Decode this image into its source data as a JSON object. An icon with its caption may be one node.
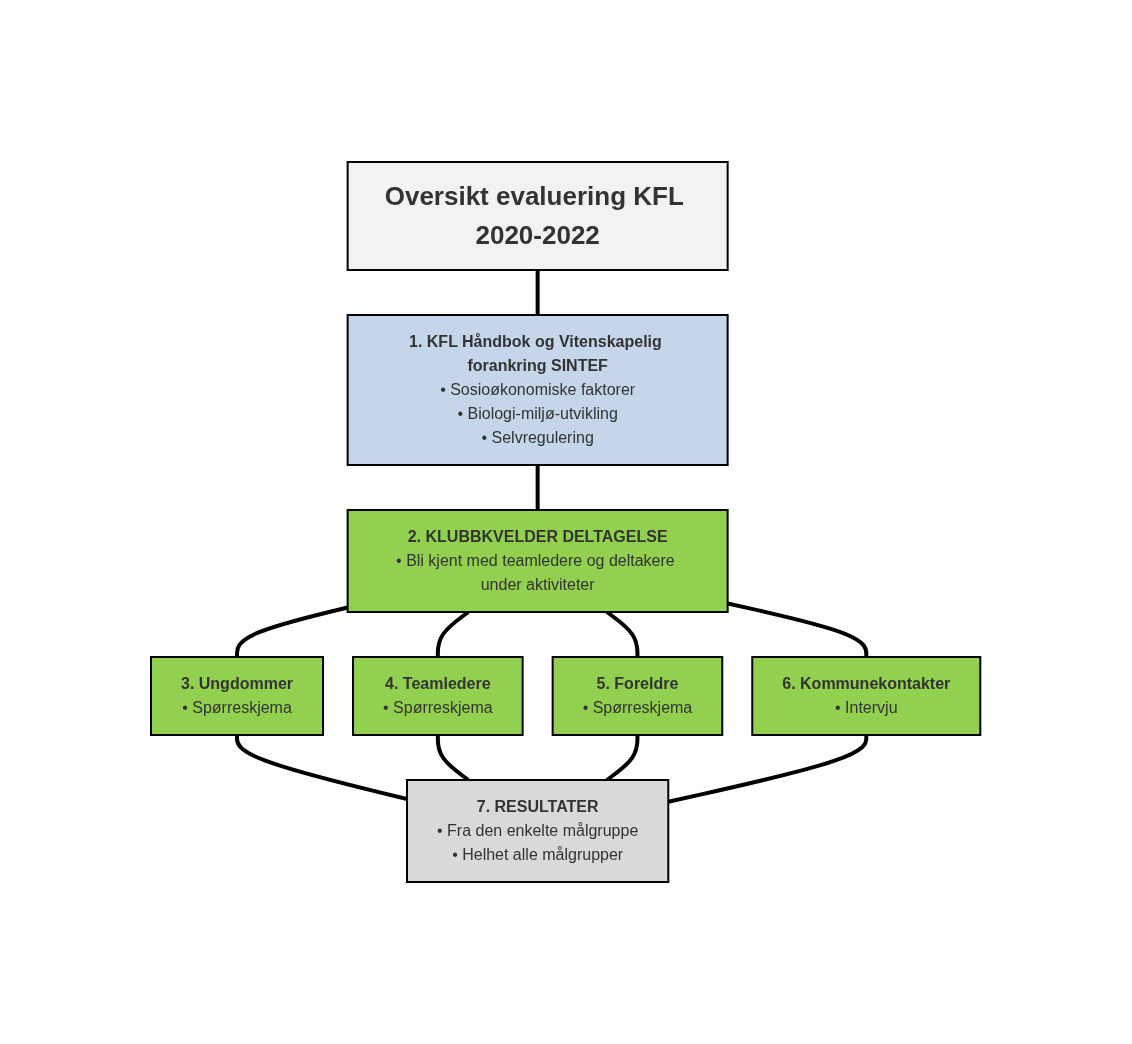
{
  "diagram": {
    "nodes": [
      {
        "text": [
          "Oversikt evaluering KFL 2020-2022"
        ]
      },
      {
        "text": [
          "1. KFL Håndbok og Vitenskapelig forankring SINTEF",
          "• Sosioøkonomiske faktorer",
          "• Biologi-miljø-utvikling",
          "• Selvregulering"
        ]
      },
      {
        "text": [
          "2. KLUBBKVELDER DELTAGELSE",
          "• Bli kjent med teamledere og deltakere under aktiviteter"
        ]
      },
      {
        "text": [
          "3. Ungdommer",
          "• Spørreskjema"
        ]
      },
      {
        "text": [
          "4. Teamledere",
          "• Spørreskjema"
        ]
      },
      {
        "text": [
          "5. Foreldre",
          "• Spørreskjema"
        ]
      },
      {
        "text": [
          "6. Kommunekontakter",
          "• Intervju"
        ]
      },
      {
        "text": [
          "7. RESULTATER",
          "• Fra den enkelte målgruppe",
          "• Helhet alle målgrupper"
        ]
      }
    ],
    "edges": [
      {
        "from": 0,
        "to": 1,
        "arrow": "none"
      },
      {
        "from": 1,
        "to": 2,
        "arrow": "none"
      },
      {
        "from": 2,
        "to": 3,
        "arrow": "none"
      },
      {
        "from": 2,
        "to": 4,
        "arrow": "none"
      },
      {
        "from": 2,
        "to": 5,
        "arrow": "none"
      },
      {
        "from": 2,
        "to": 6,
        "arrow": "none"
      },
      {
        "from": 3,
        "to": 7,
        "arrow": "none"
      },
      {
        "from": 4,
        "to": 7,
        "arrow": "none"
      },
      {
        "from": 5,
        "to": 7,
        "arrow": "none"
      },
      {
        "from": 6,
        "to": 7,
        "arrow": "none"
      }
    ]
  }
}
